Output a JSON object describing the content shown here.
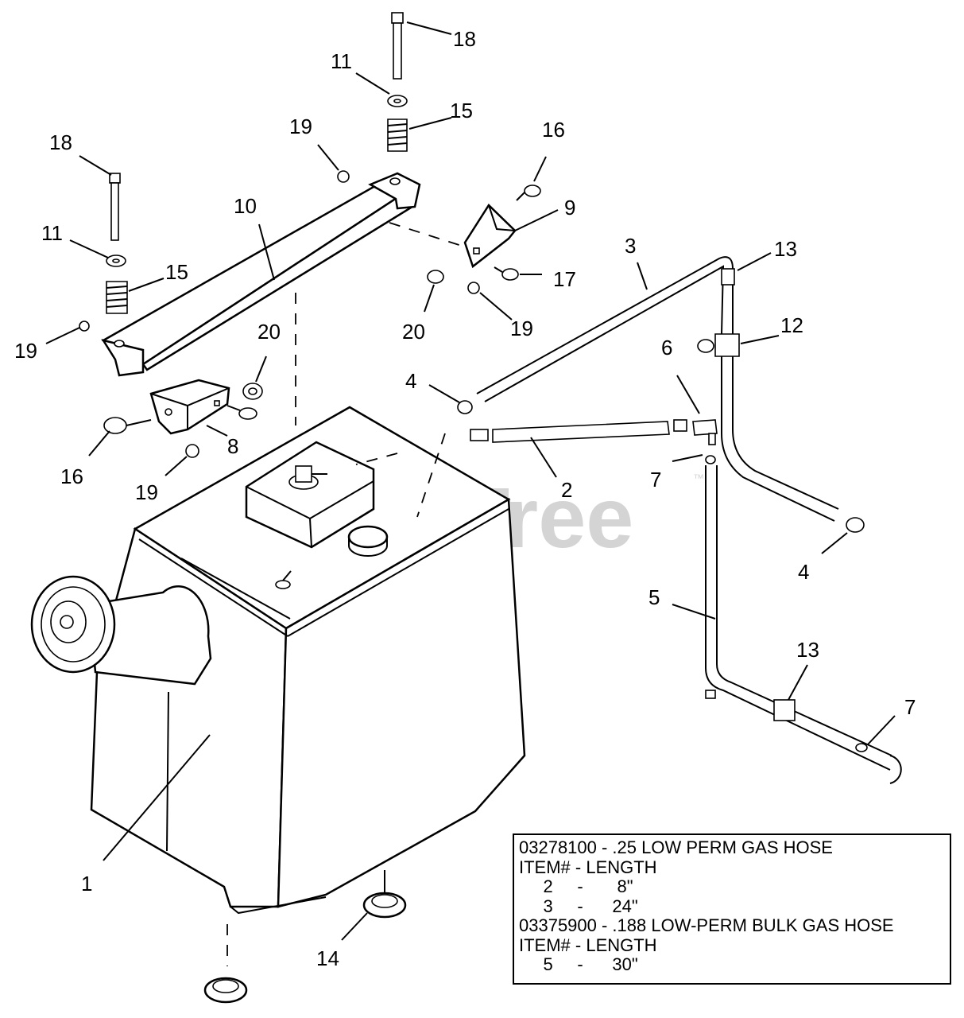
{
  "watermark": {
    "text": "PartsTree",
    "trademark": "™"
  },
  "callouts": [
    {
      "id": "c18a",
      "label": "18"
    },
    {
      "id": "c11a",
      "label": "11"
    },
    {
      "id": "c15a",
      "label": "15"
    },
    {
      "id": "c19a",
      "label": "19"
    },
    {
      "id": "c18b",
      "label": "18"
    },
    {
      "id": "c11b",
      "label": "11"
    },
    {
      "id": "c15b",
      "label": "15"
    },
    {
      "id": "c10",
      "label": "10"
    },
    {
      "id": "c19b",
      "label": "19"
    },
    {
      "id": "c20a",
      "label": "20"
    },
    {
      "id": "c16a",
      "label": "16"
    },
    {
      "id": "c8",
      "label": "8"
    },
    {
      "id": "c19c",
      "label": "19"
    },
    {
      "id": "c16b",
      "label": "16"
    },
    {
      "id": "c9",
      "label": "9"
    },
    {
      "id": "c17",
      "label": "17"
    },
    {
      "id": "c20b",
      "label": "20"
    },
    {
      "id": "c19d",
      "label": "19"
    },
    {
      "id": "c3",
      "label": "3"
    },
    {
      "id": "c13a",
      "label": "13"
    },
    {
      "id": "c12",
      "label": "12"
    },
    {
      "id": "c4a",
      "label": "4"
    },
    {
      "id": "c6",
      "label": "6"
    },
    {
      "id": "c2",
      "label": "2"
    },
    {
      "id": "c7a",
      "label": "7"
    },
    {
      "id": "c4b",
      "label": "4"
    },
    {
      "id": "c5",
      "label": "5"
    },
    {
      "id": "c13b",
      "label": "13"
    },
    {
      "id": "c7b",
      "label": "7"
    },
    {
      "id": "c1",
      "label": "1"
    },
    {
      "id": "c14",
      "label": "14"
    }
  ],
  "hose_table": {
    "rows": [
      "03278100 - .25 LOW PERM GAS HOSE",
      "ITEM# - LENGTH",
      "     2     -       8\"",
      "     3     -      24\"",
      "03375900 - .188 LOW-PERM BULK GAS HOSE",
      "ITEM# - LENGTH",
      "     5     -      30\""
    ]
  }
}
